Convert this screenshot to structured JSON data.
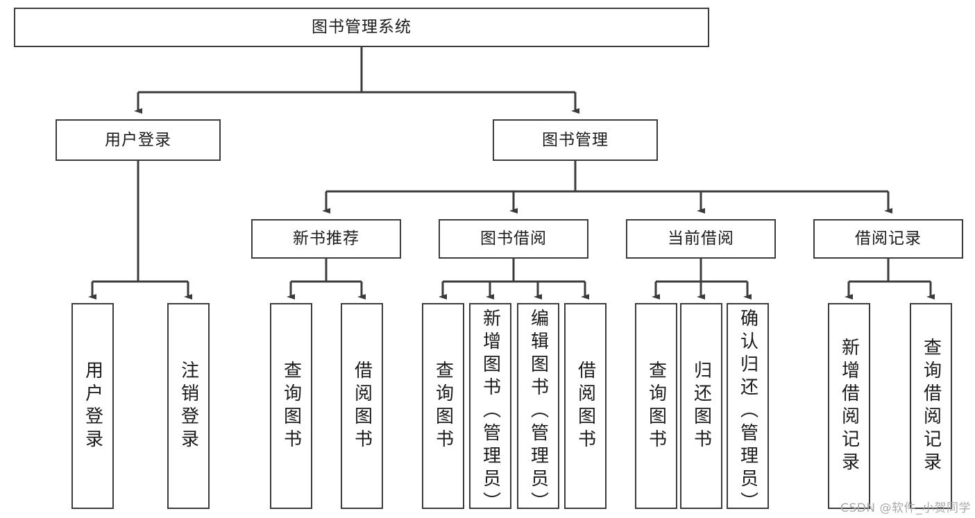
{
  "diagram": {
    "title": "图书管理系统",
    "style": {
      "box_border": "#3b3b3b",
      "box_fill": "#ffffff",
      "line": "#3b3b3b",
      "text": "#1a1a1a",
      "background": "#ffffff"
    },
    "root": {
      "label": "图书管理系统"
    },
    "level2": [
      {
        "label": "用户登录"
      },
      {
        "label": "图书管理"
      }
    ],
    "level3": [
      {
        "label": "新书推荐"
      },
      {
        "label": "图书借阅"
      },
      {
        "label": "当前借阅"
      },
      {
        "label": "借阅记录"
      }
    ],
    "leaves": {
      "user_login": [
        {
          "label": "用户登录"
        },
        {
          "label": "注销登录"
        }
      ],
      "new_book_recommend": [
        {
          "label": "查询图书"
        },
        {
          "label": "借阅图书"
        }
      ],
      "book_borrow": [
        {
          "label": "查询图书"
        },
        {
          "label": "新增图书（管理员）"
        },
        {
          "label": "编辑图书（管理员）"
        },
        {
          "label": "借阅图书"
        }
      ],
      "current_borrow": [
        {
          "label": "查询图书"
        },
        {
          "label": "归还图书"
        },
        {
          "label": "确认归还（管理员）"
        }
      ],
      "borrow_records": [
        {
          "label": "新增借阅记录"
        },
        {
          "label": "查询借阅记录"
        }
      ]
    },
    "watermark": "CSDN @软件_小贺同学"
  }
}
